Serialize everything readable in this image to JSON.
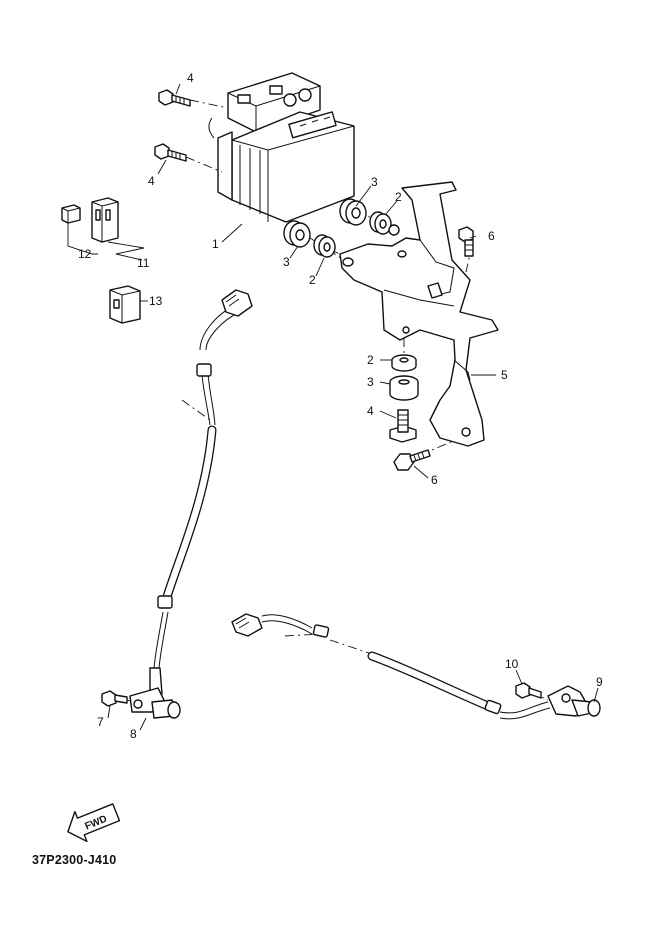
{
  "diagram": {
    "part_code": "37P2300-J410",
    "fwd_label": "FWD",
    "callouts": [
      "1",
      "2",
      "2",
      "2",
      "3",
      "3",
      "3",
      "4",
      "4",
      "4",
      "5",
      "6",
      "6",
      "7",
      "8",
      "9",
      "10",
      "11",
      "12",
      "13"
    ]
  }
}
